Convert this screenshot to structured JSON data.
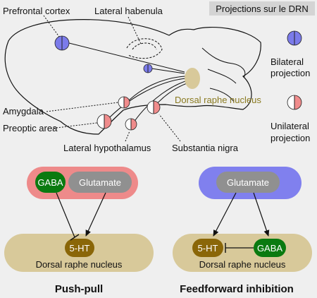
{
  "header": {
    "title": "Projections sur le DRN"
  },
  "brain": {
    "regions": {
      "prefrontal": "Prefrontal cortex",
      "habenula": "Lateral habenula",
      "amygdala": "Amygdala",
      "preoptic": "Preoptic area",
      "hypothalamus": "Lateral hypothalamus",
      "nigra": "Substantia nigra",
      "drn": "Dorsal raphe nucleus"
    }
  },
  "legend": {
    "bilateral": [
      "Bilateral",
      "projection"
    ],
    "unilateral": [
      "Unilateral",
      "projection"
    ]
  },
  "models": {
    "pushpull": {
      "title": "Push-pull",
      "gaba": "GABA",
      "glutamate": "Glutamate",
      "serotonin": "5-HT",
      "nucleus": "Dorsal raphe nucleus"
    },
    "feedforward": {
      "title": "Feedforward inhibition",
      "glutamate": "Glutamate",
      "serotonin": "5-HT",
      "gaba": "GABA",
      "nucleus": "Dorsal raphe nucleus"
    }
  },
  "colors": {
    "background": "#efefef",
    "bilateral": "#7b7bea",
    "unilateral": "#f08c8c",
    "drn": "#d8c99a",
    "gaba": "#0a7a10",
    "glutamate": "#909090",
    "serotonin": "#8a6608",
    "ffw_oval": "#8080ee",
    "pp_oval": "#ee8a8a"
  }
}
